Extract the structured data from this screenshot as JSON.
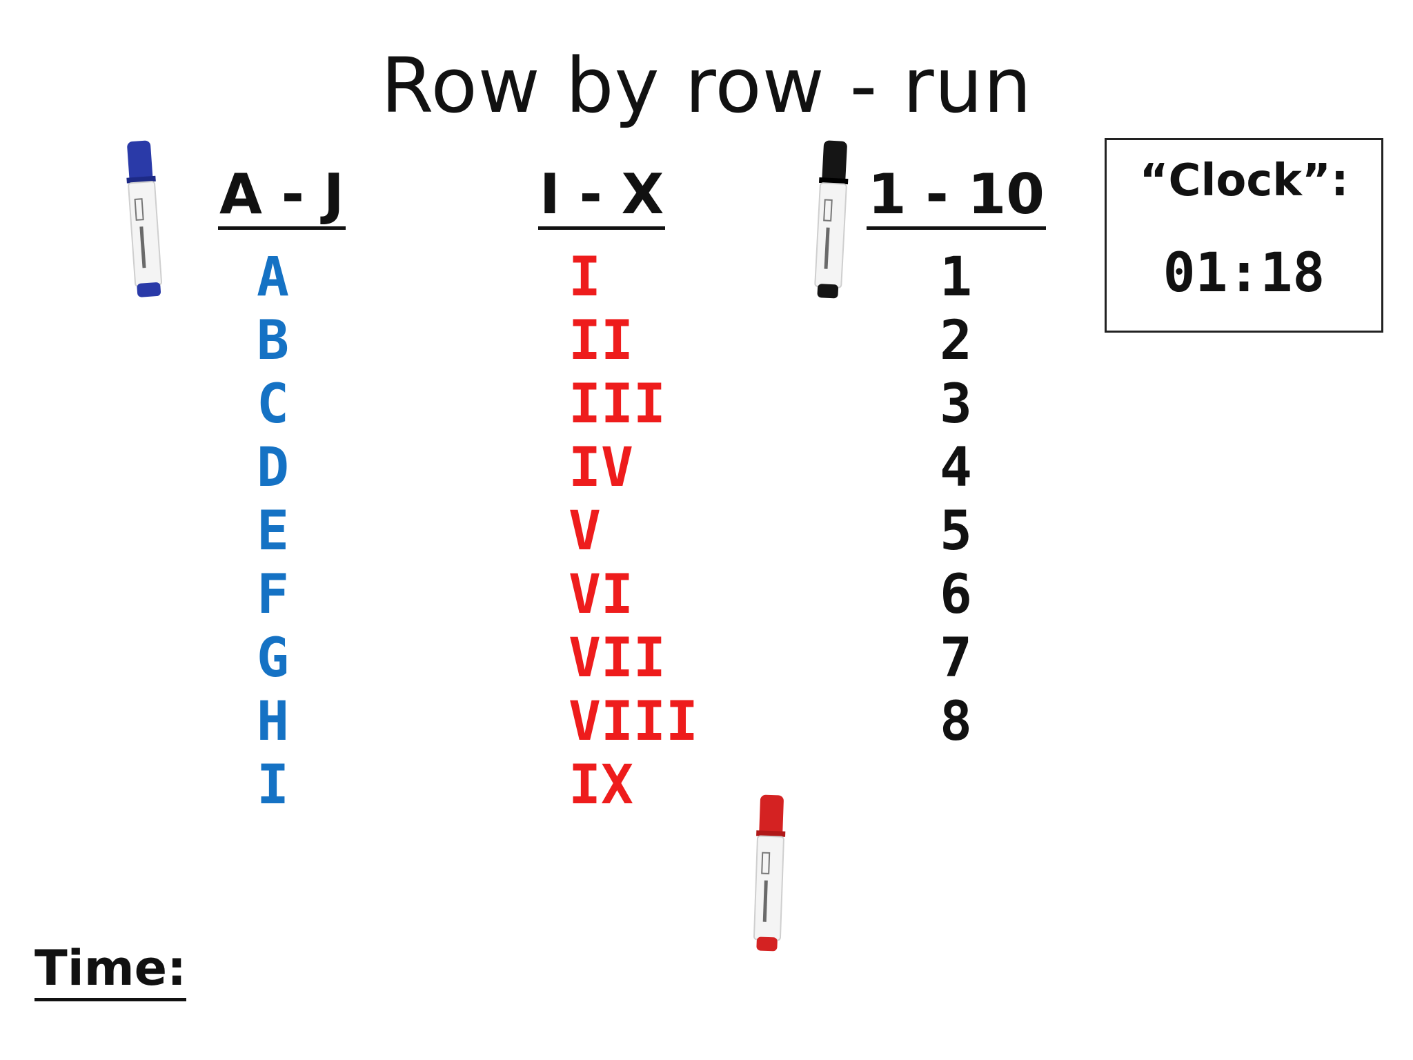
{
  "title": "Row by row - run",
  "columns": [
    {
      "header": "A - J",
      "items": [
        "A",
        "B",
        "C",
        "D",
        "E",
        "F",
        "G",
        "H",
        "I"
      ]
    },
    {
      "header": "I - X",
      "items": [
        "I",
        "II",
        "III",
        "IV",
        "V",
        "VI",
        "VII",
        "VIII",
        "IX"
      ]
    },
    {
      "header": "1 - 10",
      "items": [
        "1",
        "2",
        "3",
        "4",
        "5",
        "6",
        "7",
        "8"
      ]
    }
  ],
  "clock": {
    "label": "“Clock”:",
    "value": "01:18"
  },
  "time_label": "Time:",
  "colors": {
    "blue": "#1572c4",
    "red": "#ee1c1c",
    "black": "#111111"
  },
  "icons": [
    "blue-marker-icon",
    "black-marker-icon",
    "red-marker-icon"
  ]
}
